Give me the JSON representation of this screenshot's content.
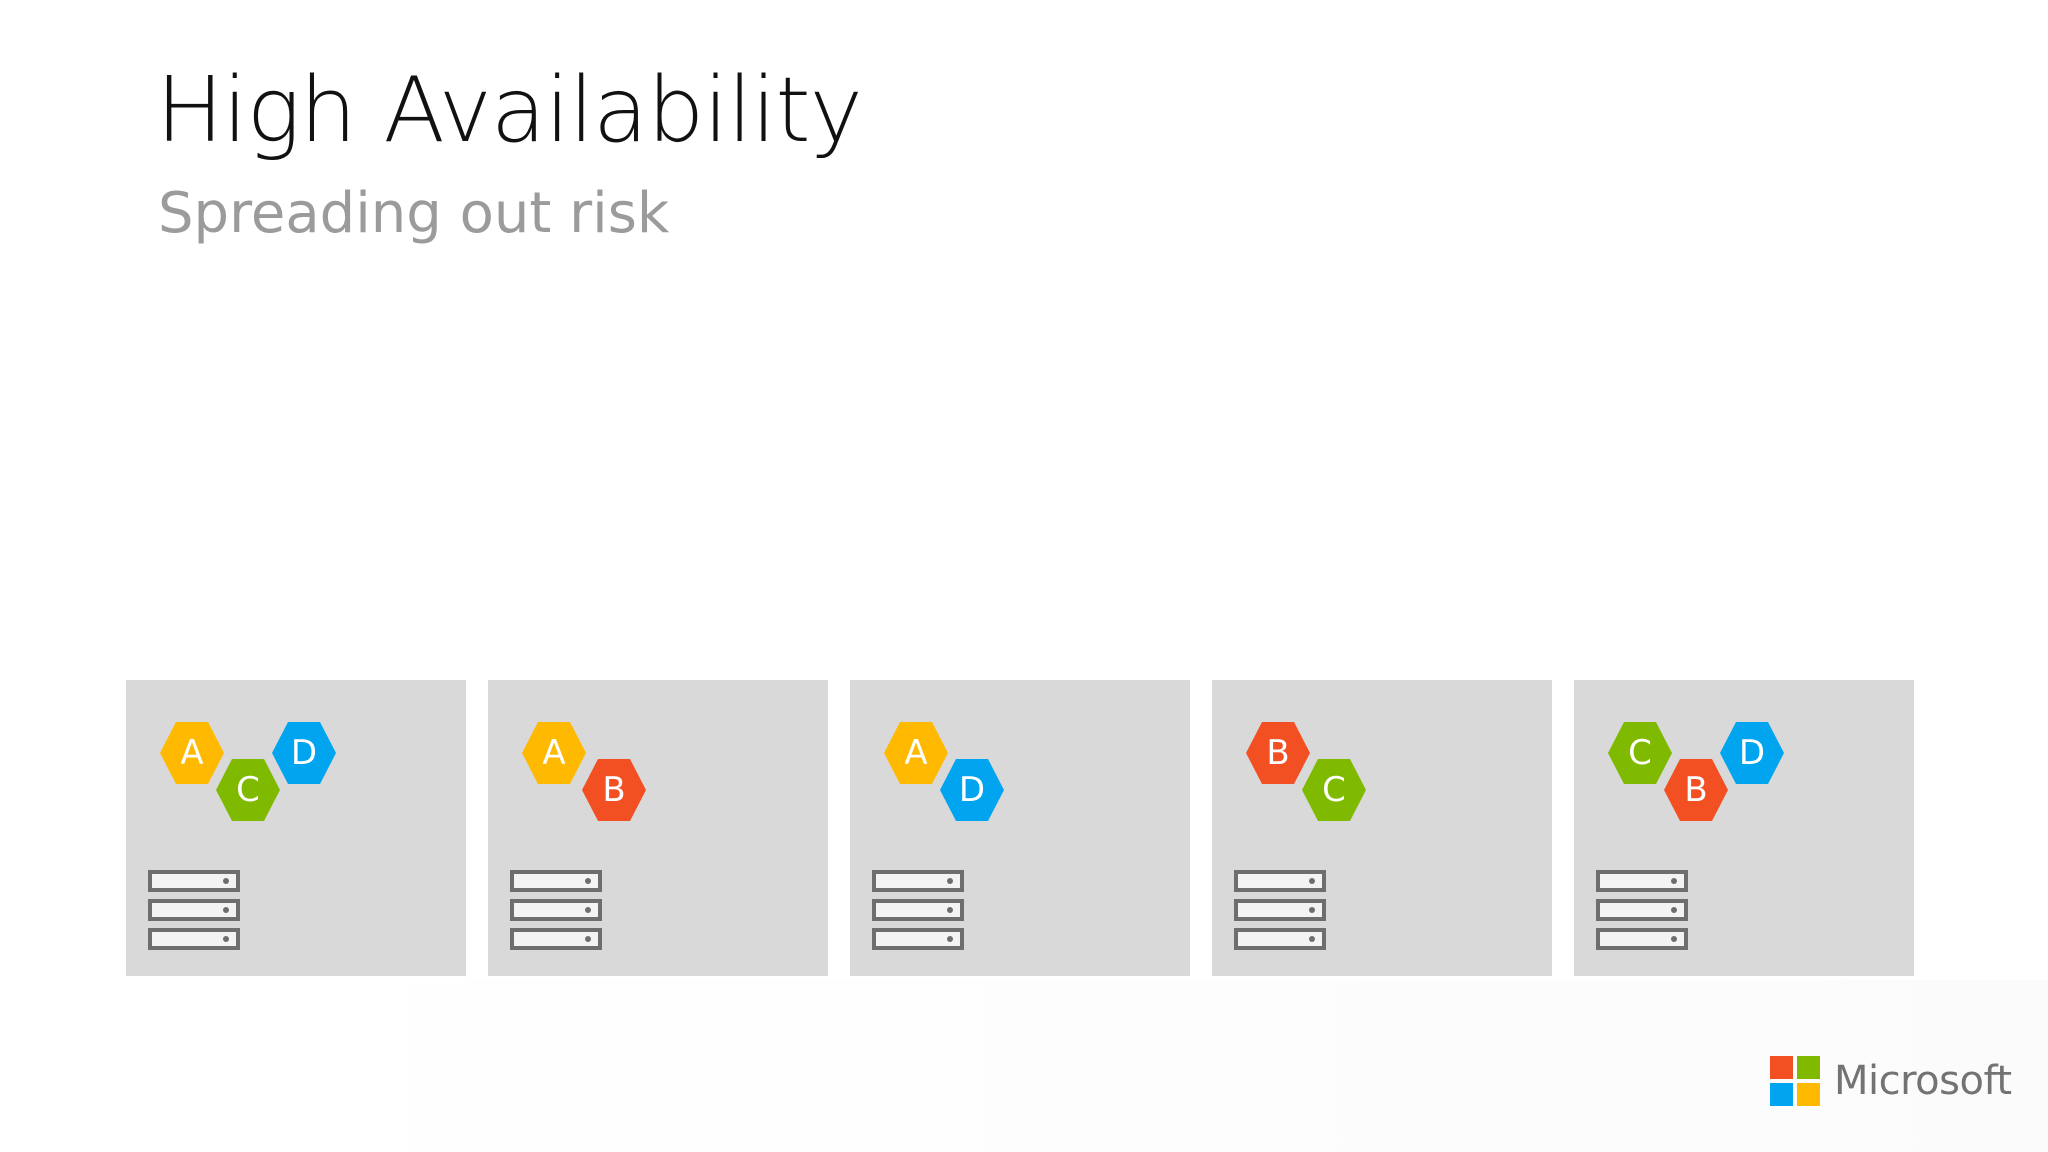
{
  "title": "High Availability",
  "subtitle": "Spreading out risk",
  "colors": {
    "A": "#ffb900",
    "B": "#f25022",
    "C": "#7fba00",
    "D": "#00a4ef",
    "node_bg": "#d9d9da",
    "server": "#6e6e6e"
  },
  "nodes": [
    {
      "roles": [
        "A",
        "C",
        "D"
      ]
    },
    {
      "roles": [
        "A",
        "B"
      ]
    },
    {
      "roles": [
        "A",
        "D"
      ]
    },
    {
      "roles": [
        "B",
        "C"
      ]
    },
    {
      "roles": [
        "C",
        "B",
        "D"
      ]
    }
  ],
  "logo": {
    "text": "Microsoft",
    "colors": [
      "#f25022",
      "#7fba00",
      "#00a4ef",
      "#ffb900"
    ]
  }
}
